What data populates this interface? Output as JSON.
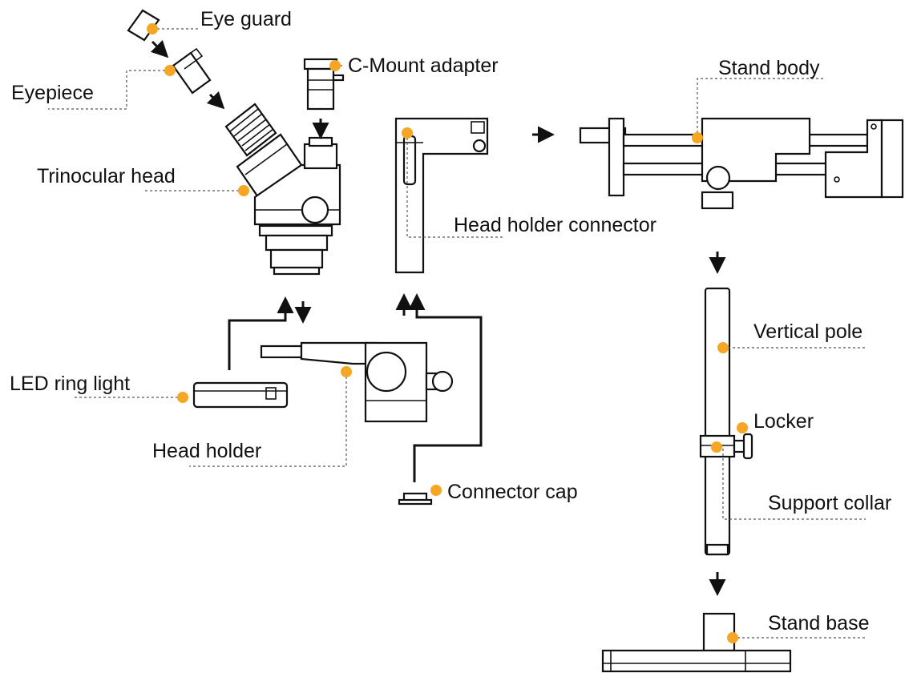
{
  "labels": {
    "eye_guard": "Eye guard",
    "eyepiece": "Eyepiece",
    "c_mount_adapter": "C-Mount adapter",
    "trinocular_head": "Trinocular head",
    "head_holder_connector": "Head holder connector",
    "stand_body": "Stand body",
    "led_ring_light": "LED  ring  light",
    "head_holder": "Head holder",
    "connector_cap": "Connector cap",
    "vertical_pole": "Vertical pole",
    "locker": "Locker",
    "support_collar": "Support collar",
    "stand_base": "Stand base"
  },
  "colors": {
    "marker": "#F5A623",
    "line": "#111111",
    "leader": "#555555",
    "background": "#FFFFFF"
  }
}
